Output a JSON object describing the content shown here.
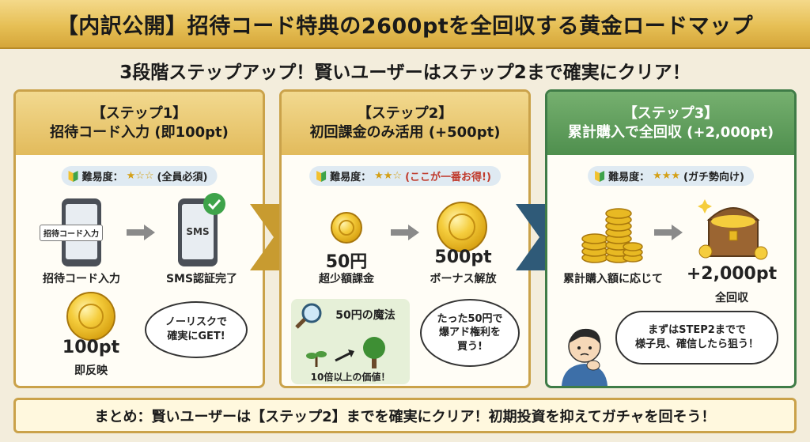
{
  "title": "【内訳公開】招待コード特典の2600ptを全回収する黄金ロードマップ",
  "subtitle": "3段階ステップアップ！賢いユーザーはステップ2まで確実にクリア！",
  "steps": [
    {
      "header_line1": "【ステップ1】",
      "header_line2": "招待コード入力 (即100pt)",
      "difficulty_label": "難易度：",
      "difficulty_stars": "★☆☆",
      "difficulty_note": "(全員必須)",
      "phone1_tag": "招待コード入力",
      "label_left": "招待コード入力",
      "phone2_text": "SMS",
      "label_right": "SMS認証完了",
      "coin_value": "100pt",
      "coin_caption": "即反映",
      "bubble": "ノーリスクで\n確実にGET!"
    },
    {
      "header_line1": "【ステップ2】",
      "header_line2": "初回課金のみ活用 (+500pt)",
      "difficulty_label": "難易度：",
      "difficulty_stars": "★★☆",
      "difficulty_note": "(ここが一番お得!)",
      "left_value": "50円",
      "left_caption": "超少額課金",
      "right_value": "500pt",
      "right_caption": "ボーナス解放",
      "magic_title": "50円の魔法",
      "magic_caption": "10倍以上の価値！",
      "bubble": "たった50円で\n爆アド権利を\n買う!"
    },
    {
      "header_line1": "【ステップ3】",
      "header_line2": "累計購入で全回収 (+2,000pt)",
      "difficulty_label": "難易度：",
      "difficulty_stars": "★★★",
      "difficulty_note": "(ガチ勢向け)",
      "left_caption": "累計購入額に応じて",
      "right_value": "+2,000pt",
      "right_caption": "全回収",
      "bubble": "まずはSTEP2までで\n様子見、確信したら狙う！"
    }
  ],
  "summary": "まとめ：賢いユーザーは【ステップ2】までを確実にクリア！初期投資を抑えてガチャを回そう！",
  "colors": {
    "gold": "#e2bb5c",
    "green": "#4f8f4e",
    "navy": "#2f5a78",
    "warning": "#c0392b"
  }
}
